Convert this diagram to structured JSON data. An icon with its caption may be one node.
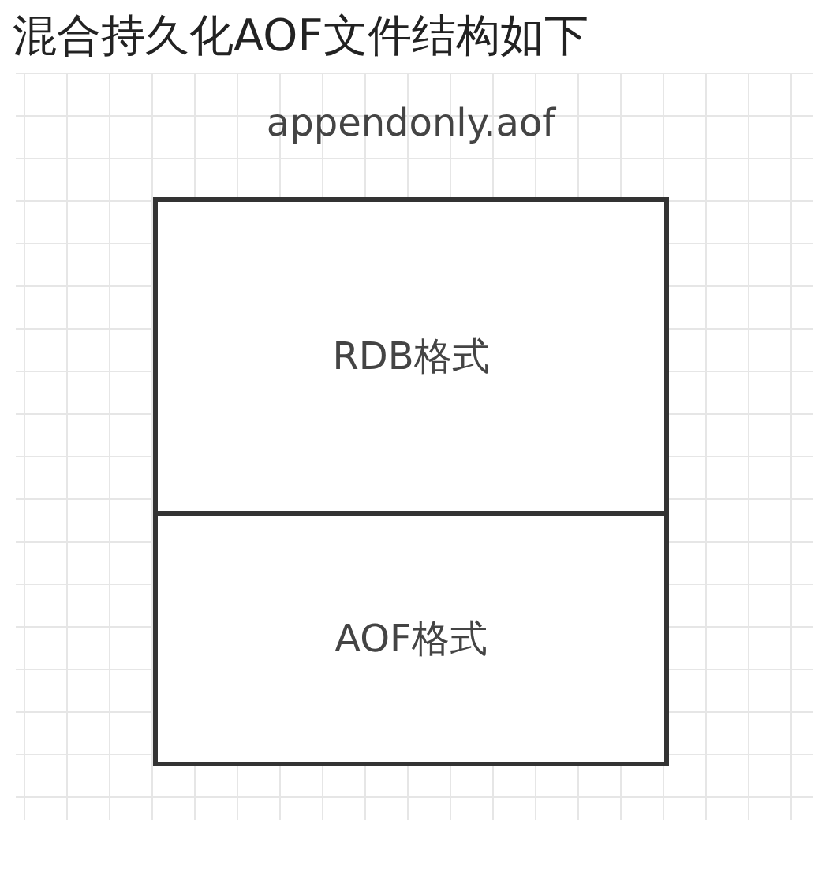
{
  "diagram": {
    "title": "混合持久化AOF文件结构如下",
    "nodes": [
      {
        "text": [
          "appendonly.aof"
        ]
      },
      {
        "text": [
          "RDB格式"
        ],
        "in": 0
      },
      {
        "text": [
          "AOF格式"
        ],
        "in": 0
      }
    ]
  }
}
